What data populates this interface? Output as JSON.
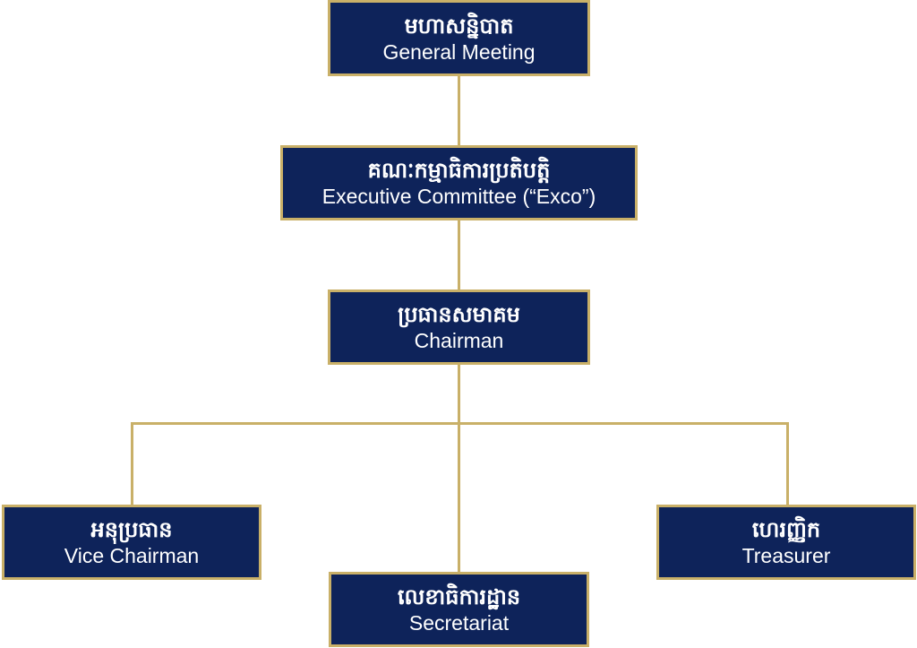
{
  "nodes": {
    "general_meeting": {
      "khmer": "មហាសន្និបាត",
      "english": "General Meeting"
    },
    "exco": {
      "khmer": "គណៈកម្មាធិការប្រតិបត្តិ",
      "english": "Executive Committee (“Exco”)"
    },
    "chairman": {
      "khmer": "ប្រធានសមាគម",
      "english": "Chairman"
    },
    "vice_chairman": {
      "khmer": "អនុប្រធាន",
      "english": "Vice Chairman"
    },
    "treasurer": {
      "khmer": "ហេរញ្ញិក",
      "english": "Treasurer"
    },
    "secretariat": {
      "khmer": "លេខាធិការដ្ឋាន",
      "english": "Secretariat"
    }
  },
  "colors": {
    "box_fill": "#0e235a",
    "line": "#c9b068",
    "text": "#ffffff"
  }
}
